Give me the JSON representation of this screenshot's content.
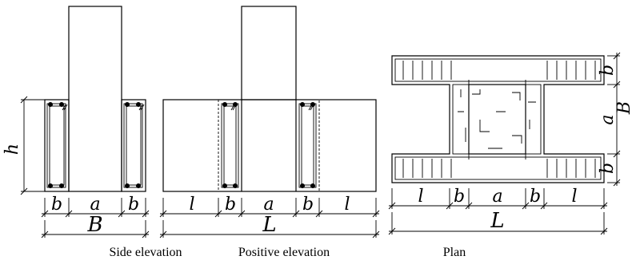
{
  "side_elevation": {
    "caption": "Side elevation",
    "height_label": "h",
    "dim_labels": [
      "b",
      "a",
      "b"
    ],
    "total_label": "B"
  },
  "positive_elevation": {
    "caption": "Positive elevation",
    "dim_labels": [
      "l",
      "b",
      "a",
      "b",
      "l"
    ],
    "total_label": "L"
  },
  "plan": {
    "caption": "Plan",
    "dim_labels": [
      "l",
      "b",
      "a",
      "b",
      "l"
    ],
    "total_label": "L",
    "right_labels": [
      "b",
      "a",
      "b"
    ],
    "right_total_label": "B"
  }
}
